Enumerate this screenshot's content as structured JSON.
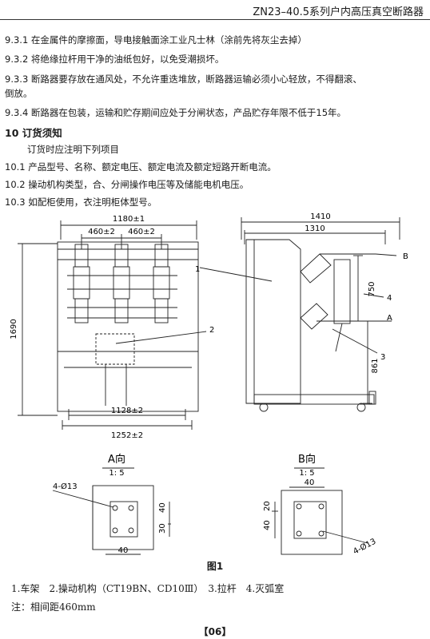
{
  "header": {
    "title": "ZN23–40.5系列户内高压真空断路器"
  },
  "paragraphs": {
    "p931": "9.3.1 在金属件的摩擦面，导电接触面涂工业凡士林（涂前先将灰尘去掉）",
    "p932": "9.3.2 将绝缘拉杆用干净的油纸包好，以免受潮损坏。",
    "p933a": "9.3.3 断路器要存放在通风处，不允许重迭堆放，断路器运输必须小心轻放，不得翻滚、",
    "p933b": "倒放。",
    "p934": "9.3.4 断路器在包装，运输和贮存期间应处于分闸状态，产品贮存年限不低于15年。"
  },
  "section10": {
    "title": "10 订货须知",
    "intro": "订货时应注明下列项目",
    "p101": "10.1 产品型号、名称、额定电压、额定电流及额定短路开断电流。",
    "p102": "10.2 操动机构类型，合、分闸操作电压等及储能电机电压。",
    "p103": "10.3 如配柜使用，衣注明柜体型号。"
  },
  "figure": {
    "front": {
      "dim_top": "1180±1",
      "dim_pole_1": "460±2",
      "dim_pole_2": "460±2",
      "dim_height": "1690",
      "dim_wheel": "1128±2",
      "dim_base": "1252±2"
    },
    "side": {
      "dim_total": "1410",
      "dim_inner": "1310",
      "dim_750": "750",
      "dim_861": "861",
      "arrow_a": "A",
      "arrow_b": "B"
    },
    "callouts": {
      "c1": "1",
      "c2": "2",
      "c3": "3",
      "c4": "4"
    },
    "view_a": {
      "title": "A向",
      "scale": "1:  5",
      "holes": "4-Ø13",
      "dim_40_v": "40",
      "dim_30": "30",
      "dim_40_h": "40"
    },
    "view_b": {
      "title": "B向",
      "scale": "1:  5",
      "holes": "4-Ø13",
      "dim_40_top": "40",
      "dim_20": "20",
      "dim_40_v": "40"
    },
    "caption": "图1"
  },
  "legend": "1.车架　2.操动机构（CT19BN、CD10Ⅲ）　3.拉杆　4.灭弧室",
  "note": "注：相间距460mm",
  "page_number": "【06】"
}
